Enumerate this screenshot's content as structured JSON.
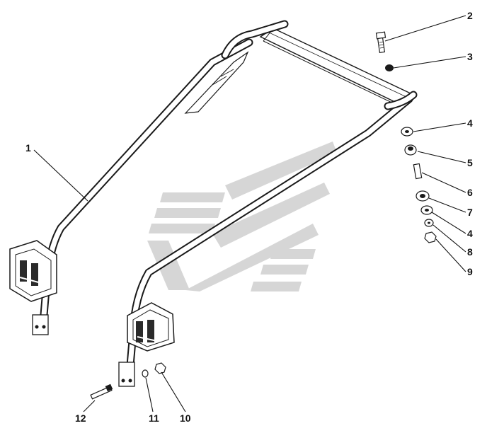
{
  "diagram": {
    "callouts": [
      {
        "id": "c1",
        "label": "1"
      },
      {
        "id": "c2",
        "label": "2"
      },
      {
        "id": "c3",
        "label": "3"
      },
      {
        "id": "c4a",
        "label": "4"
      },
      {
        "id": "c5",
        "label": "5"
      },
      {
        "id": "c6",
        "label": "6"
      },
      {
        "id": "c7",
        "label": "7"
      },
      {
        "id": "c4b",
        "label": "4"
      },
      {
        "id": "c8",
        "label": "8"
      },
      {
        "id": "c9",
        "label": "9"
      },
      {
        "id": "c10",
        "label": "10"
      },
      {
        "id": "c11",
        "label": "11"
      },
      {
        "id": "c12",
        "label": "12"
      }
    ],
    "colors": {
      "line": "#1a1a1a",
      "watermark": "#cccccc",
      "background": "#ffffff"
    }
  }
}
